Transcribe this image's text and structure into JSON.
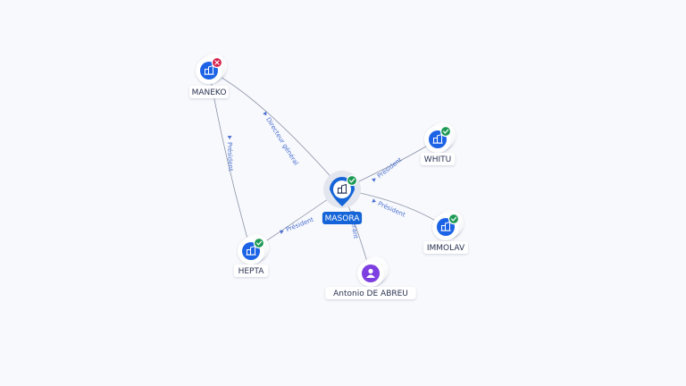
{
  "colors": {
    "background": "#f8f9fc",
    "edge": "#8a93a8",
    "edge_label": "#4a6fd1",
    "company_blue": "#1d63e6",
    "main_node": "#1565d8",
    "active_badge": "#1e9a55",
    "closed_badge": "#d6204b",
    "person": "#7d3fe0",
    "label_text": "#2a3352"
  },
  "nodes": [
    {
      "id": "masora",
      "label": "MASORA",
      "kind": "company",
      "main": true,
      "status": "active",
      "icon": "building-icon"
    },
    {
      "id": "maneko",
      "label": "MANEKO",
      "kind": "company",
      "main": false,
      "status": "closed",
      "icon": "building-icon"
    },
    {
      "id": "whitu",
      "label": "WHITU",
      "kind": "company",
      "main": false,
      "status": "active",
      "icon": "building-icon"
    },
    {
      "id": "immolav",
      "label": "IMMOLAV",
      "kind": "company",
      "main": false,
      "status": "active",
      "icon": "building-icon"
    },
    {
      "id": "hepta",
      "label": "HEPTA",
      "kind": "company",
      "main": false,
      "status": "active",
      "icon": "building-icon"
    },
    {
      "id": "abreu",
      "label": "Antonio DE ABREU",
      "kind": "person",
      "main": false,
      "status": "",
      "icon": "person-icon"
    }
  ],
  "edges": [
    {
      "from": "maneko",
      "to": "masora",
      "label": "Directeur général"
    },
    {
      "from": "maneko",
      "to": "hepta",
      "label": "Président"
    },
    {
      "from": "hepta",
      "to": "masora",
      "label": "Président"
    },
    {
      "from": "masora",
      "to": "whitu",
      "label": "Président"
    },
    {
      "from": "masora",
      "to": "immolav",
      "label": "Président"
    },
    {
      "from": "masora",
      "to": "abreu",
      "label": "Gérant"
    }
  ]
}
